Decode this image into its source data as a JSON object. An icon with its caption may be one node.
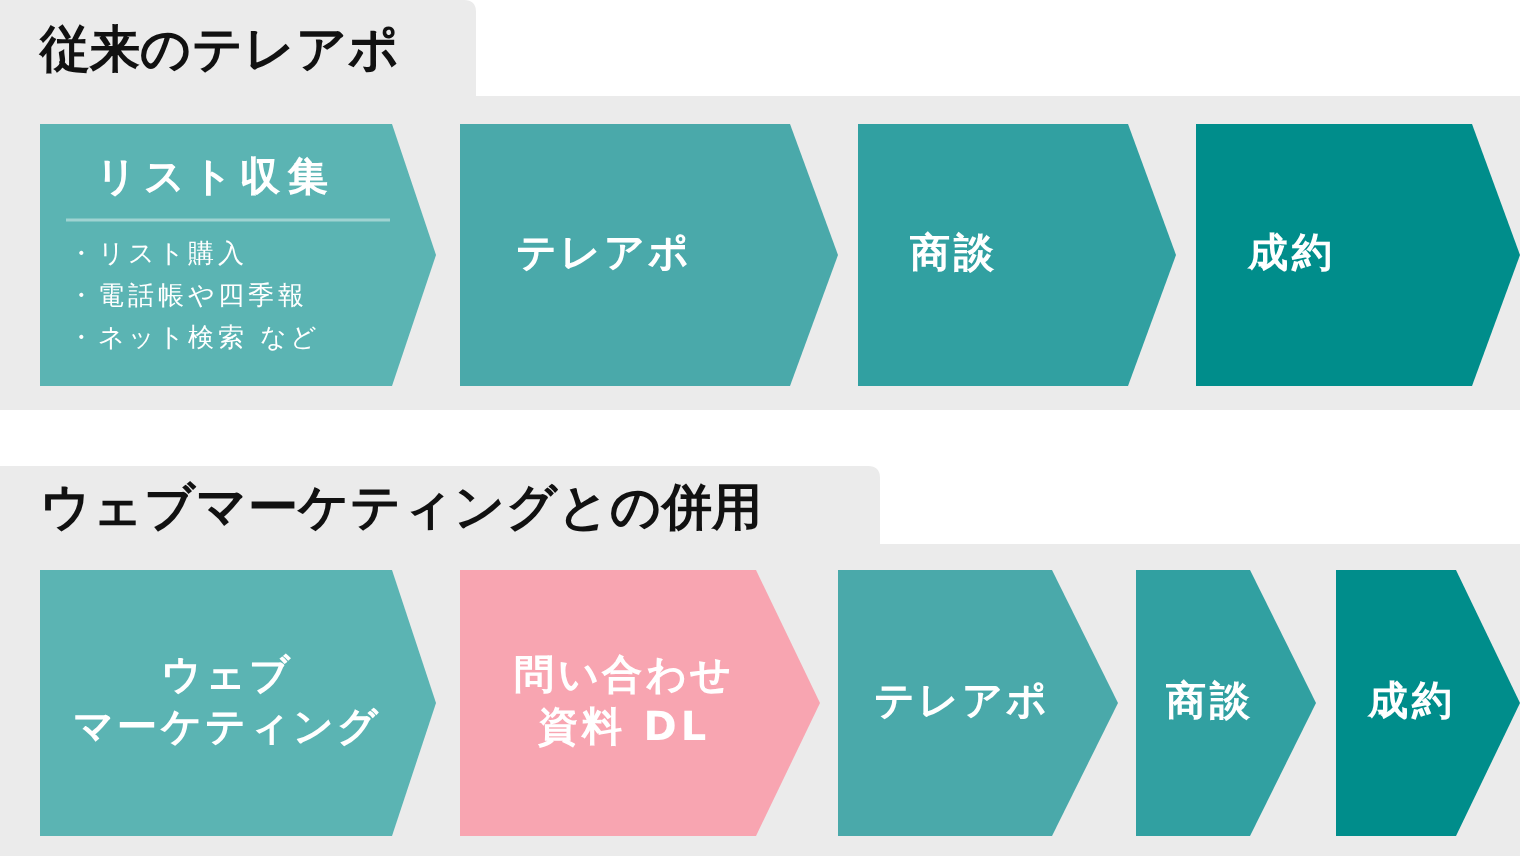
{
  "diagram": {
    "nodes": [
      {
        "text": [
          "従来のテレアポ"
        ]
      },
      {
        "text": [
          "リスト収集",
          "・リスト購入",
          "・電話帳や四季報",
          "・ネット検索 など"
        ],
        "in": 0
      },
      {
        "text": [
          "テレアポ"
        ],
        "in": 0
      },
      {
        "text": [
          "商談"
        ],
        "in": 0
      },
      {
        "text": [
          "成約"
        ],
        "in": 0
      },
      {
        "text": [
          "ウェブマーケティングとの併用"
        ]
      },
      {
        "text": [
          "ウェブマーケティング"
        ],
        "in": 5
      },
      {
        "text": [
          "問い合わせ資料 DL"
        ],
        "in": 5
      },
      {
        "text": [
          "テレアポ"
        ],
        "in": 5
      },
      {
        "text": [
          "商談"
        ],
        "in": 5
      },
      {
        "text": [
          "成約"
        ],
        "in": 5
      }
    ]
  }
}
